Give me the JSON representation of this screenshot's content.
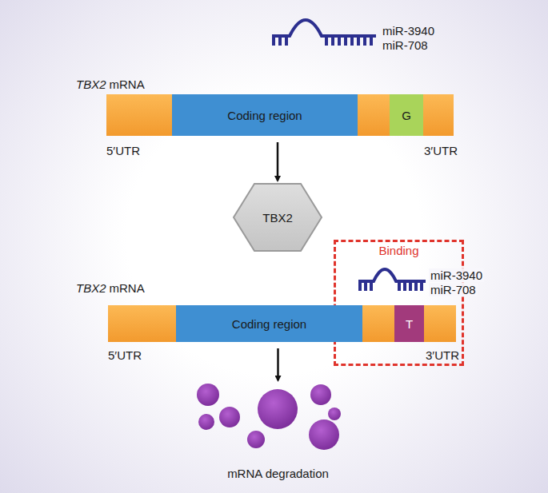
{
  "diagram": {
    "nodes": [
      {
        "text": [
          "Coding region"
        ]
      },
      {
        "text": [
          "G"
        ]
      },
      {
        "text": [
          "TBX2"
        ]
      },
      {
        "text": [
          "Binding"
        ]
      },
      {
        "text": [
          "Coding region"
        ]
      },
      {
        "text": [
          "T"
        ],
        "in": 3
      },
      {
        "text": [
          "mRNA degradation"
        ]
      }
    ],
    "edges": [
      {
        "from": 0,
        "to": 2,
        "arrow": "to"
      },
      {
        "from": 4,
        "to": 6,
        "arrow": "to"
      }
    ],
    "labels": [
      "miR-3940",
      "miR-708",
      "TBX2",
      "mRNA",
      "5′UTR",
      "3′UTR",
      "TBX2",
      "mRNA",
      "miR-3940",
      "miR-708",
      "5′UTR",
      "3′UTR"
    ]
  }
}
